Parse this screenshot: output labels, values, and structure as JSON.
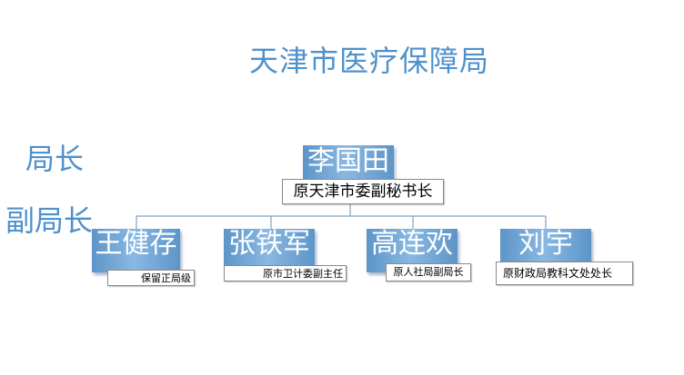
{
  "title": "天津市医疗保障局",
  "ranks": {
    "director": "局长",
    "deputy": "副局长"
  },
  "director": {
    "name": "李国田",
    "role": "原天津市委副秘书长"
  },
  "deputies": [
    {
      "name": "王健存",
      "role": "保留正局级"
    },
    {
      "name": "张铁军",
      "role": "原市卫计委副主任"
    },
    {
      "name": "高连欢",
      "role": "原人社局副局长"
    },
    {
      "name": "刘宇",
      "role": "原财政局教科文处处长"
    }
  ],
  "colors": {
    "box_blue": "#6a9fd1",
    "title_blue": "#4f91cd",
    "connector": "#7fa3c8"
  }
}
